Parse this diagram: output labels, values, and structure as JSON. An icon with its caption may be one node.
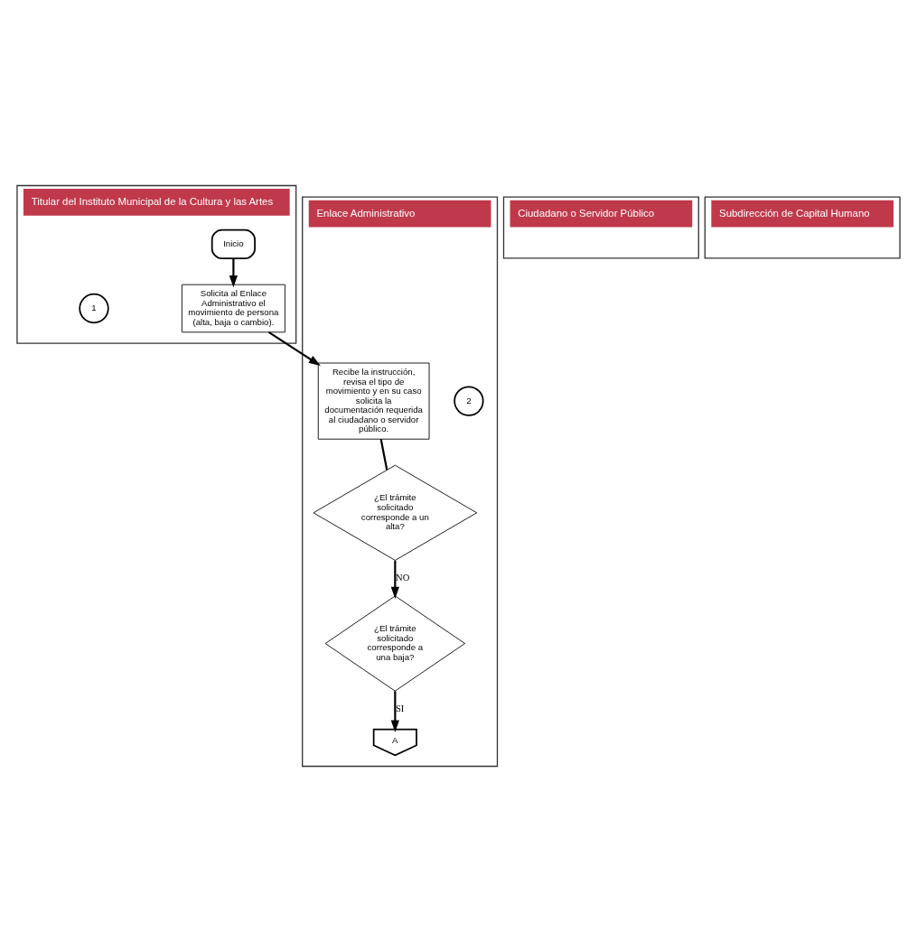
{
  "diagram": {
    "nodes": [
      {
        "text": [
          "Titular del Instituto Municipal de la Cultura y las Artes"
        ]
      },
      {
        "text": [
          "Enlace Administrativo"
        ]
      },
      {
        "text": [
          "Ciudadano o Servidor Público"
        ]
      },
      {
        "text": [
          "Subdirección de Capital Humano"
        ]
      },
      {
        "text": [
          "Inicio"
        ],
        "in": 0
      },
      {
        "text": [
          "1"
        ],
        "in": 0
      },
      {
        "text": [
          "Solicita al Enlace Administrativo el movimiento de persona (alta, baja o cambio)."
        ],
        "in": 0
      },
      {
        "text": [
          "2"
        ],
        "in": 1
      },
      {
        "text": [
          "Recibe la instrucción, revisa el tipo de movimiento y en su caso solicita la documentación requerida al ciudadano o servidor público."
        ],
        "in": 1
      },
      {
        "text": [
          "¿El trámite solicitado corresponde a un alta?"
        ],
        "in": 1
      },
      {
        "text": [
          "¿El trámite solicitado corresponde a una baja?"
        ],
        "in": 1
      },
      {
        "text": [
          "A"
        ],
        "in": 1
      }
    ],
    "edges": [
      {
        "from": 4,
        "to": 6,
        "arrow": "to"
      },
      {
        "from": 6,
        "to": 8,
        "arrow": "to"
      },
      {
        "from": 8,
        "to": 9,
        "arrow": "none"
      },
      {
        "from": 9,
        "to": 10,
        "arrow": "to",
        "label": "NO"
      },
      {
        "from": 10,
        "to": 11,
        "arrow": "to",
        "label": "SI"
      }
    ]
  }
}
